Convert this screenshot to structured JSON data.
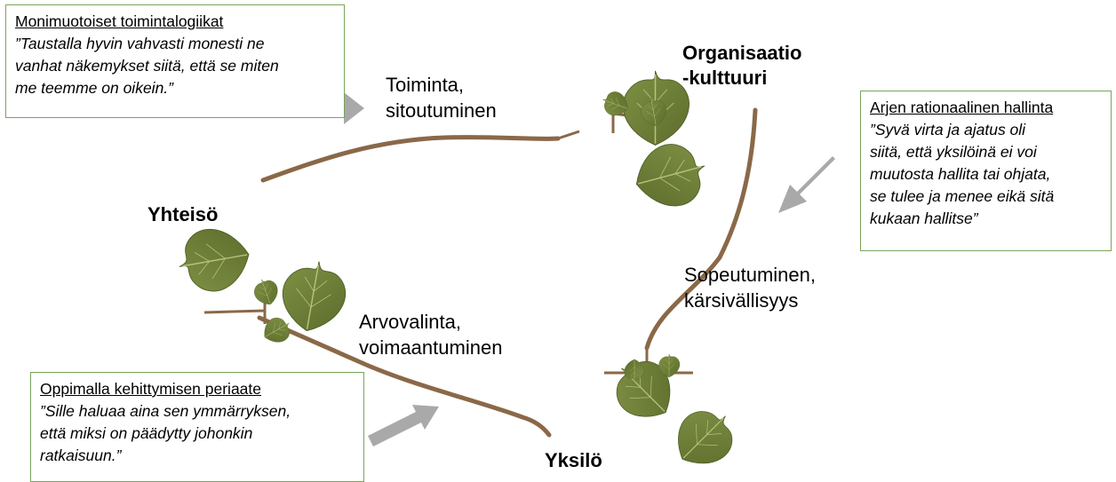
{
  "nodes": {
    "organisaatio": [
      "Organisaatio",
      "-kulttuuri"
    ],
    "yhteiso": "Yhteisö",
    "yksilo": "Yksilö"
  },
  "labels": {
    "toiminta": [
      "Toiminta,",
      "sitoutuminen"
    ],
    "sopeutuminen": [
      "Sopeutuminen,",
      "kärsivällisyys"
    ],
    "arvovalinta": [
      "Arvovalinta,",
      "voimaantuminen"
    ]
  },
  "boxes": {
    "top_left": {
      "title": "Monimuotoiset toimintalogiikat",
      "quote": [
        "”Taustalla hyvin vahvasti monesti ne",
        "vanhat näkemykset siitä, että se miten",
        "me teemme on oikein.”"
      ]
    },
    "right": {
      "title": "Arjen rationaalinen hallinta",
      "quote": [
        "”Syvä virta ja ajatus oli",
        "siitä, että yksilöinä ei voi",
        "muutosta hallita tai ohjata,",
        "se tulee ja menee eikä sitä",
        "kukaan hallitse”"
      ]
    },
    "bottom_left": {
      "title": "Oppimalla kehittymisen periaate",
      "quote": [
        "”Sille haluaa aina sen ymmärryksen,",
        "että miksi on päädytty johonkin",
        "ratkaisuun.”"
      ]
    }
  },
  "colors": {
    "box_border": "#7aa45a",
    "branch": "#8a6848",
    "leaf": "#6f7f3a",
    "leaf_vein": "#b7c27a",
    "arrow": "#a9a9a9"
  }
}
